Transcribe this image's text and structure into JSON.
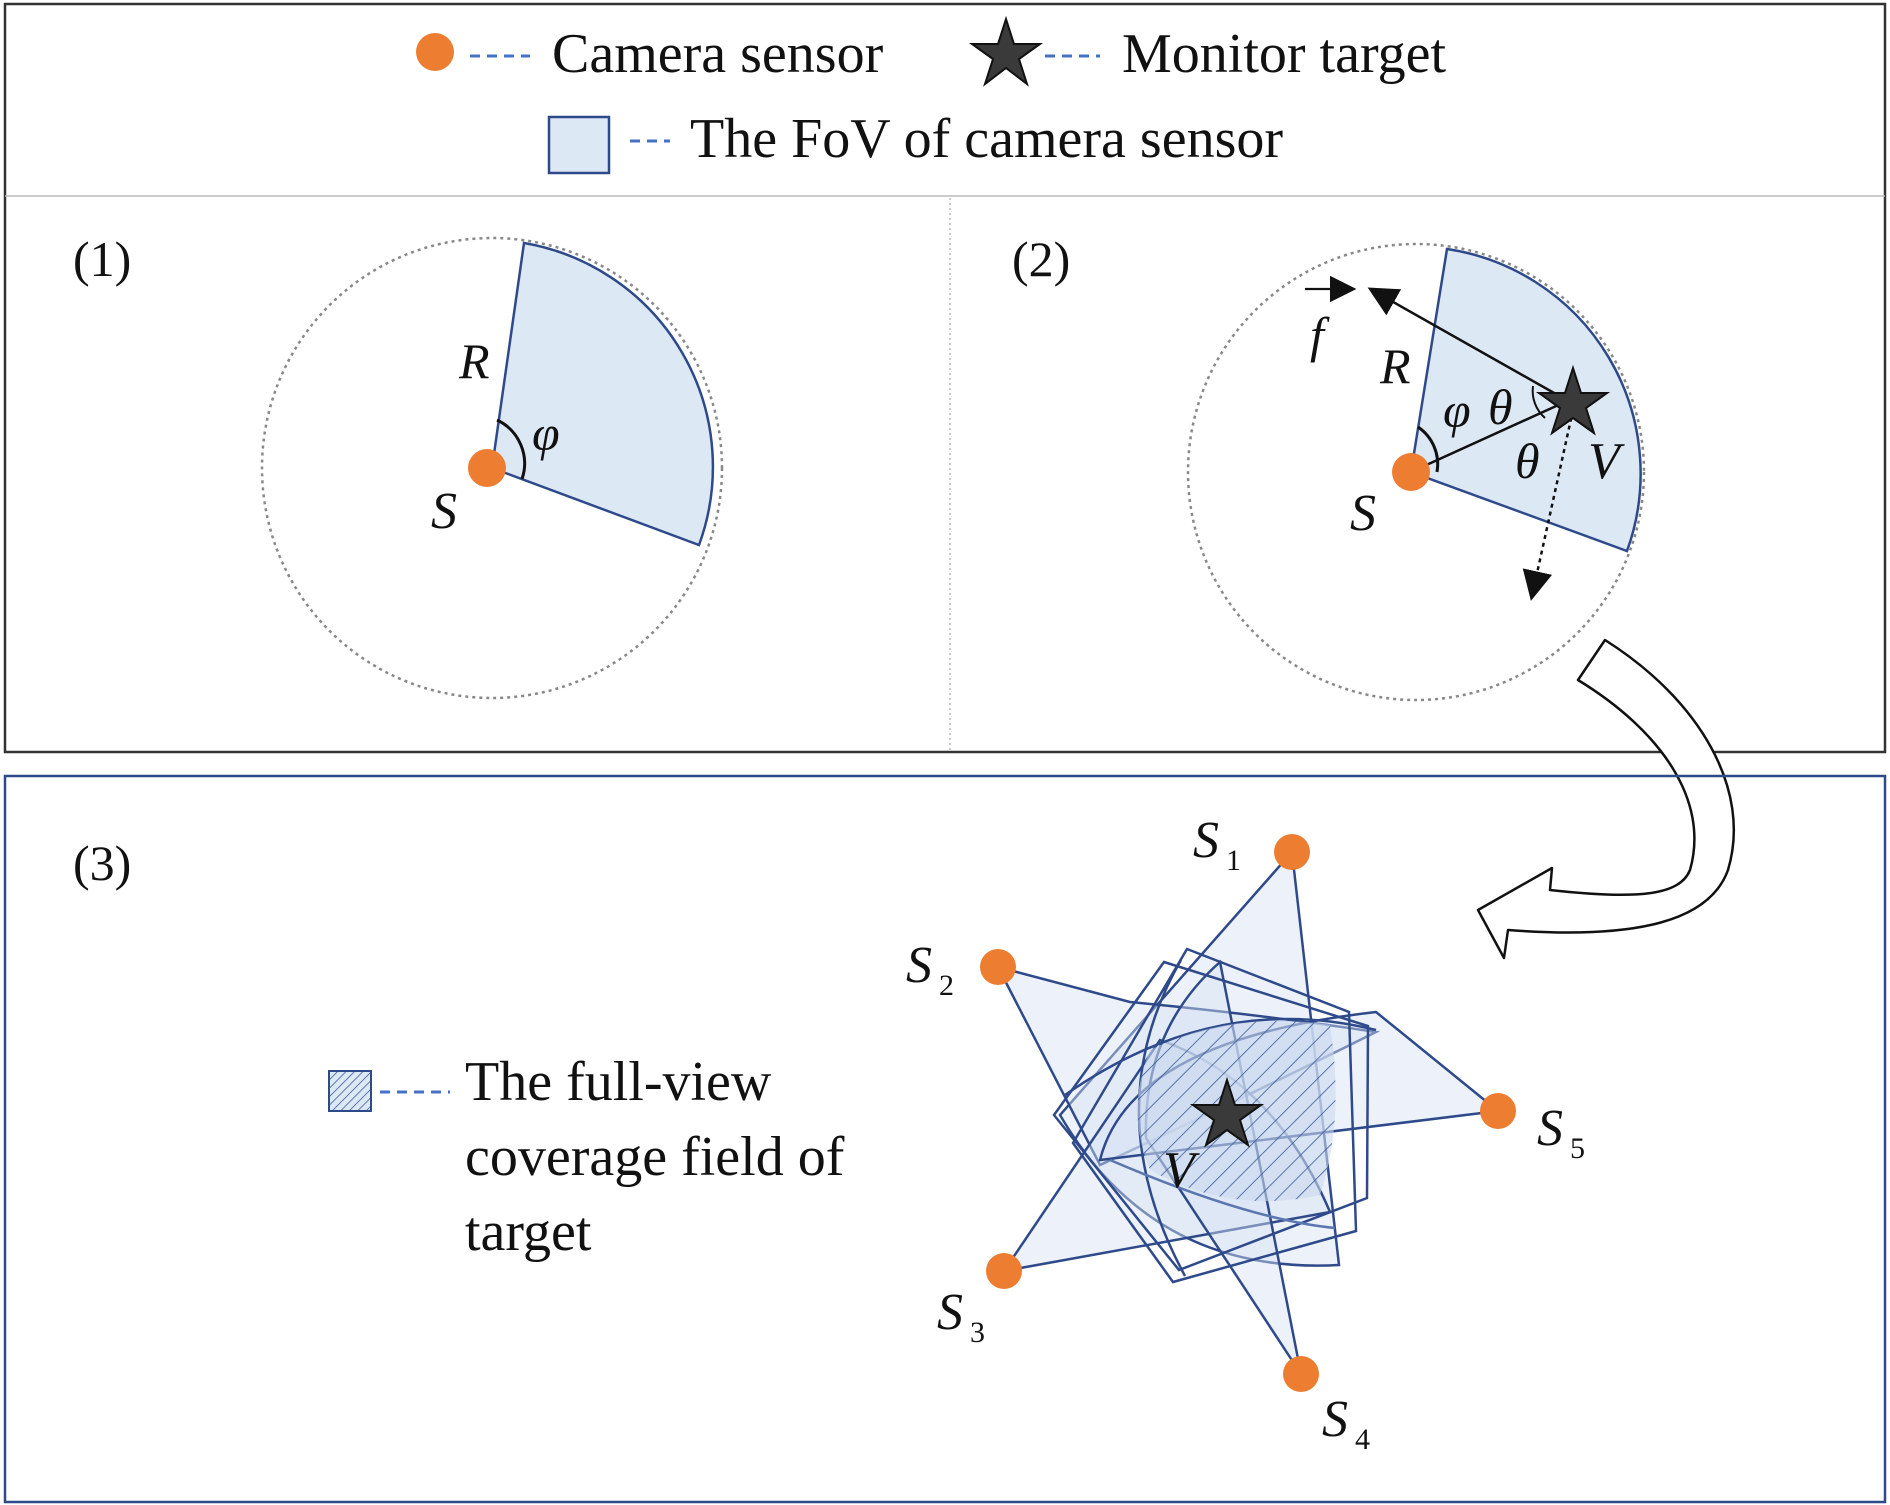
{
  "legend": {
    "camera_sensor": "Camera sensor",
    "monitor_target": "Monitor target",
    "fov": "The FoV of camera sensor"
  },
  "panels": {
    "p1": {
      "label": "(1)",
      "R": "R",
      "phi": "φ",
      "S": "S"
    },
    "p2": {
      "label": "(2)",
      "f": "f",
      "R": "R",
      "phi": "φ",
      "theta_top": "θ",
      "theta_bottom": "θ",
      "S": "S",
      "V": "V"
    },
    "p3": {
      "label": "(3)",
      "fullview_line1": "The full-view",
      "fullview_line2": "coverage field of",
      "fullview_line3": "target",
      "V": "V",
      "sensors": [
        {
          "main": "S",
          "sub": "1"
        },
        {
          "main": "S",
          "sub": "2"
        },
        {
          "main": "S",
          "sub": "3"
        },
        {
          "main": "S",
          "sub": "4"
        },
        {
          "main": "S",
          "sub": "5"
        }
      ]
    }
  },
  "colors": {
    "sensor": "#ED7D31",
    "fov_fill": "#DDE8F5",
    "fov_stroke": "#2F4A8A",
    "legend_dash": "#4472C4",
    "target": "#3A3A3A"
  }
}
